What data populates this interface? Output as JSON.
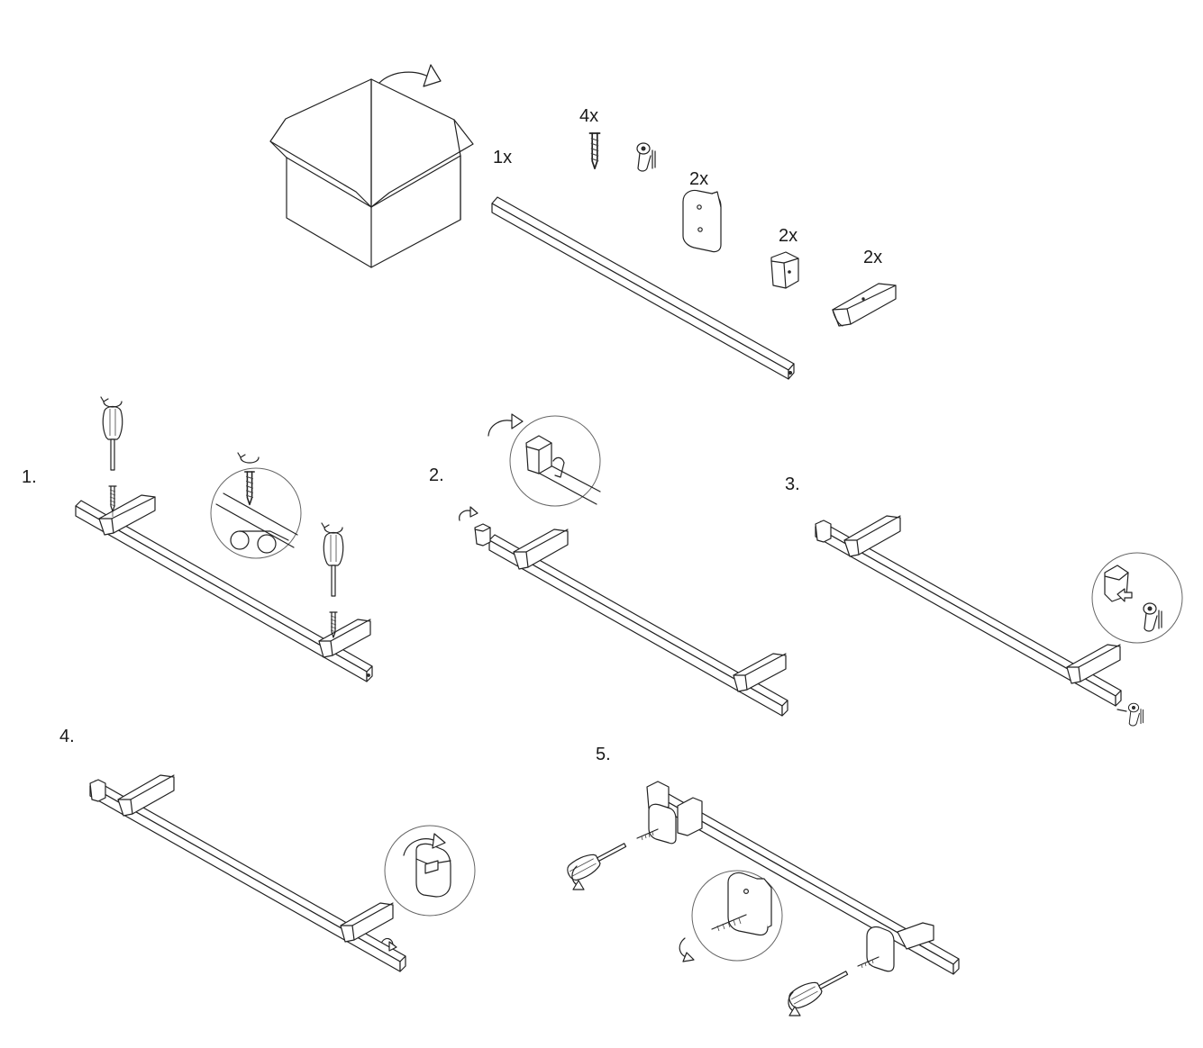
{
  "parts": {
    "bar_qty": "1x",
    "screw_qty": "4x",
    "bracket_qty": "2x",
    "endcap_qty": "2x",
    "holder_qty": "2x"
  },
  "steps": [
    {
      "number": "1."
    },
    {
      "number": "2."
    },
    {
      "number": "3."
    },
    {
      "number": "4."
    },
    {
      "number": "5."
    }
  ]
}
